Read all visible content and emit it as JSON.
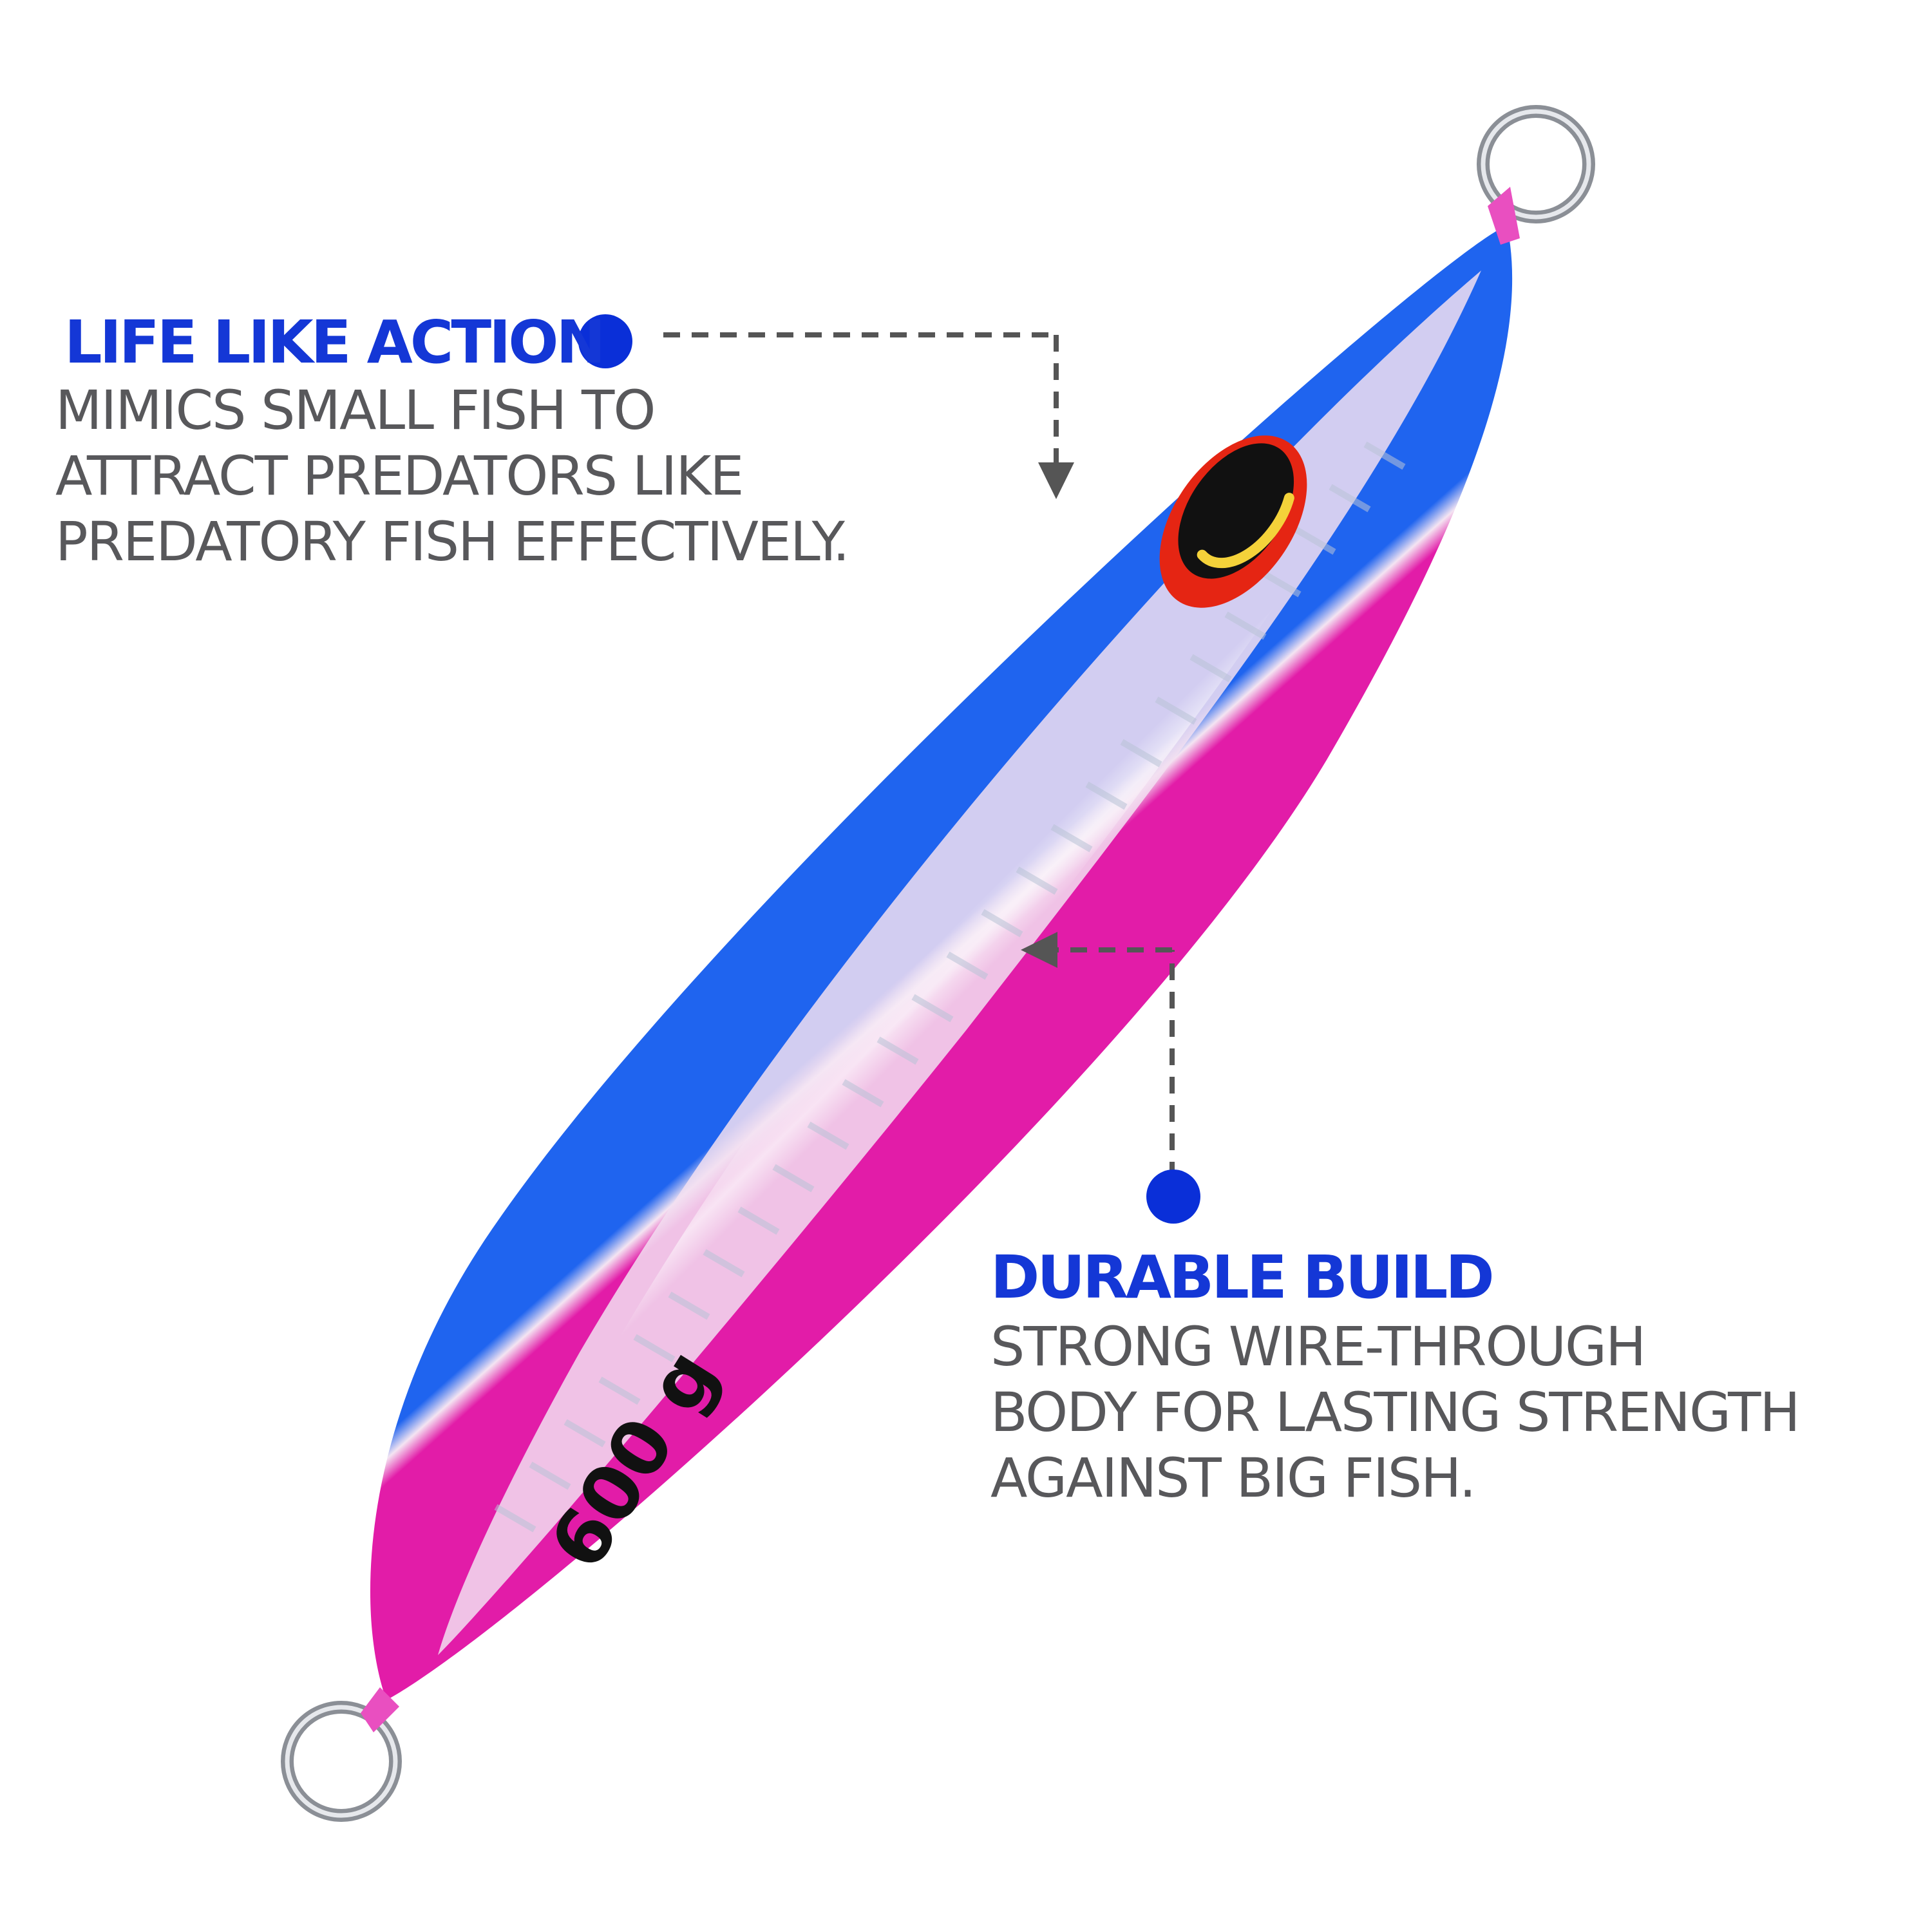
{
  "callouts": {
    "life_like_action": {
      "heading": "LIFE LIKE ACTION",
      "lines": [
        "MIMICS SMALL FISH TO",
        "ATTRACT PREDATORS LIKE",
        "PREDATORY FISH EFFECTIVELY."
      ]
    },
    "durable_build": {
      "heading": "DURABLE BUILD",
      "lines": [
        "STRONG WIRE-THROUGH",
        "BODY FOR LASTING STRENGTH",
        "AGAINST BIG FISH."
      ]
    }
  },
  "product": {
    "weight_label": "600 g"
  },
  "colors": {
    "heading": "#1437d6",
    "body_text": "#58585b",
    "marker_dot": "#0a2fd8",
    "leader_line": "#555555",
    "body_top": "#1f64ef",
    "body_bottom": "#e21ca8",
    "belly_highlight": "#f4e4f2",
    "eye_outer": "#e52513",
    "eye_ring": "#f4d23a",
    "weight_text": "#111111"
  },
  "icons": {
    "marker": "filled-circle-dot",
    "leader": "dashed-arrow"
  }
}
